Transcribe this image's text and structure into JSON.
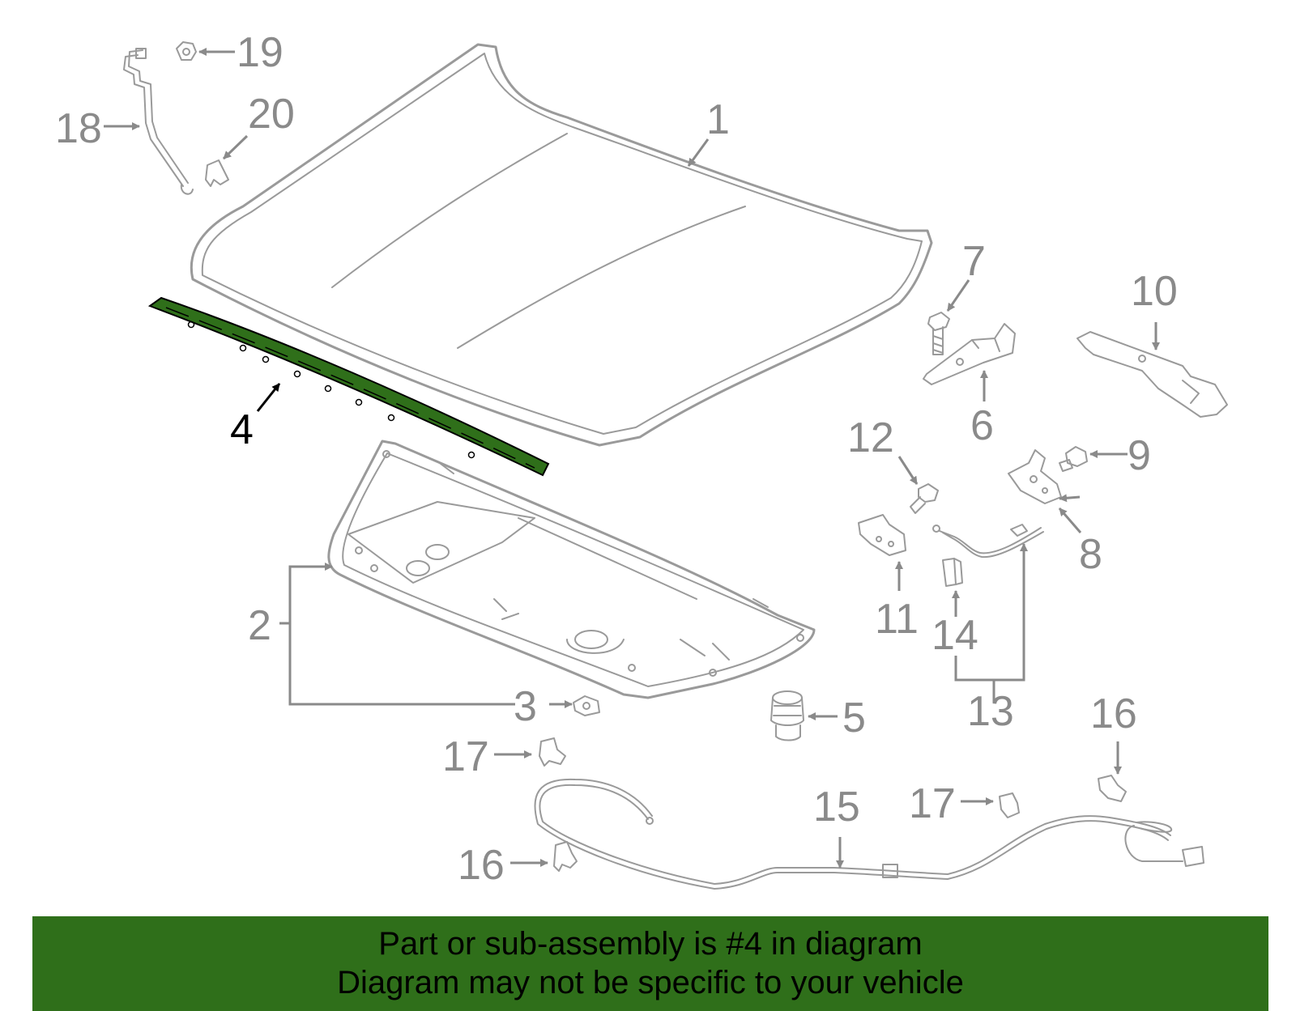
{
  "diagram": {
    "highlight_color": "#2f6f1a",
    "callouts": [
      "1",
      "2",
      "3",
      "4",
      "5",
      "6",
      "7",
      "8",
      "9",
      "10",
      "11",
      "12",
      "13",
      "14",
      "15",
      "16",
      "16",
      "17",
      "17",
      "18",
      "19",
      "20"
    ],
    "highlighted_part": "4"
  },
  "banner": {
    "line1": "Part or sub-assembly is #4 in diagram",
    "line2": "Diagram may not be specific to your vehicle"
  }
}
